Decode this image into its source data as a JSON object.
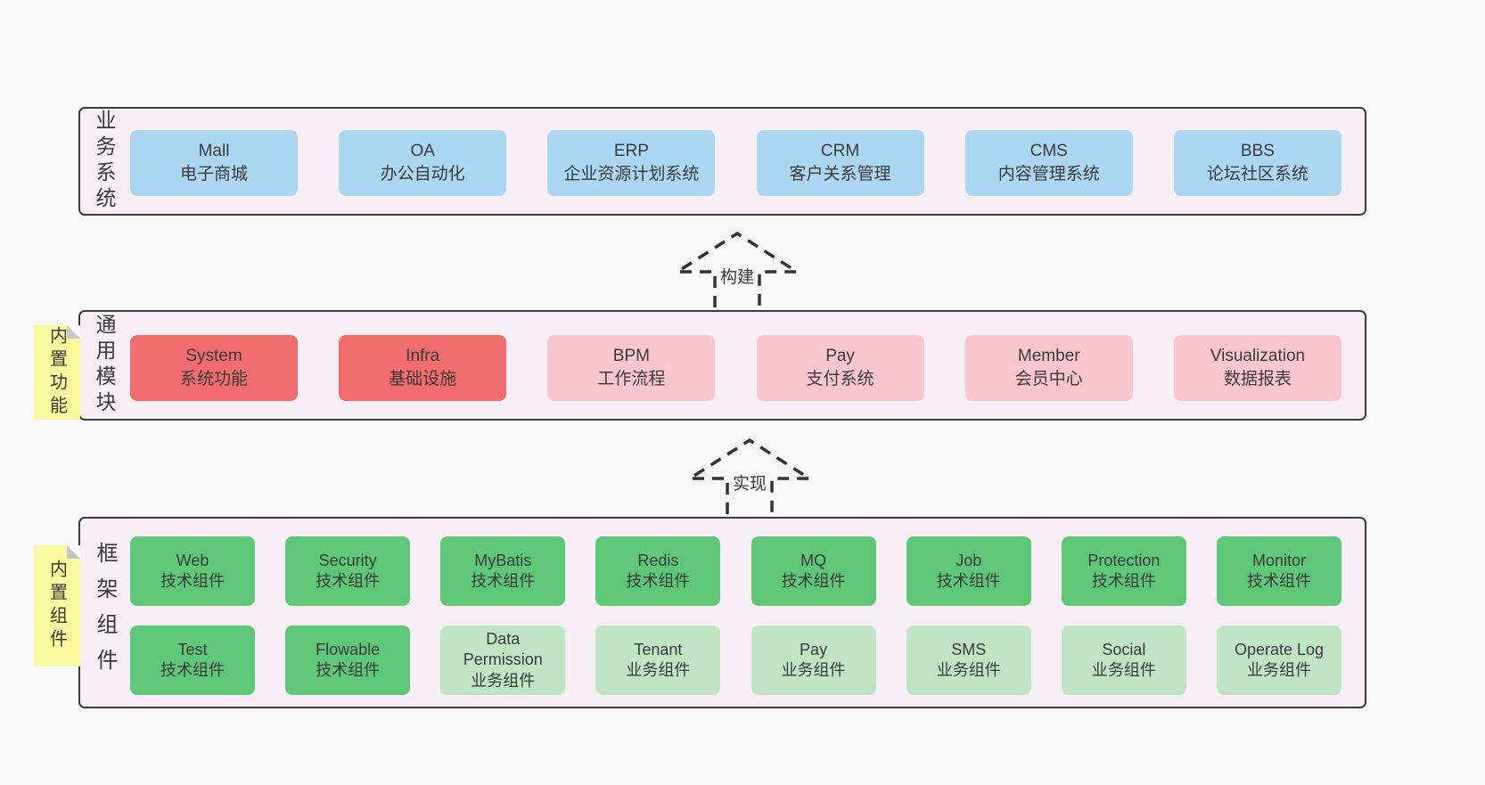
{
  "colors": {
    "page_bg": "#f8f8f8",
    "band_bg": "#f8eef6",
    "band_border": "#3c3c3c",
    "blue_box": "#abd7f2",
    "red_box": "#f16c6c",
    "pink_box": "#f9c6ce",
    "green_box": "#5fc878",
    "green_light_box": "#c0e5c4",
    "sticky_yellow": "#fbf99d",
    "text": "#3b3b3b"
  },
  "arrows": [
    {
      "label": "构建"
    },
    {
      "label": "实现"
    }
  ],
  "bands": [
    {
      "label": "业务系统",
      "boxes": [
        {
          "title": "Mall",
          "subtitle": "电子商城"
        },
        {
          "title": "OA",
          "subtitle": "办公自动化"
        },
        {
          "title": "ERP",
          "subtitle": "企业资源计划系统"
        },
        {
          "title": "CRM",
          "subtitle": "客户关系管理"
        },
        {
          "title": "CMS",
          "subtitle": "内容管理系统"
        },
        {
          "title": "BBS",
          "subtitle": "论坛社区系统"
        }
      ]
    },
    {
      "label": "通用模块",
      "sticky": "内置功能",
      "boxes": [
        {
          "title": "System",
          "subtitle": "系统功能"
        },
        {
          "title": "Infra",
          "subtitle": "基础设施"
        },
        {
          "title": "BPM",
          "subtitle": "工作流程"
        },
        {
          "title": "Pay",
          "subtitle": "支付系统"
        },
        {
          "title": "Member",
          "subtitle": "会员中心"
        },
        {
          "title": "Visualization",
          "subtitle": "数据报表"
        }
      ]
    },
    {
      "label": "框架组件",
      "sticky": "内置组件",
      "rows": [
        [
          {
            "title": "Web",
            "subtitle": "技术组件"
          },
          {
            "title": "Security",
            "subtitle": "技术组件"
          },
          {
            "title": "MyBatis",
            "subtitle": "技术组件"
          },
          {
            "title": "Redis",
            "subtitle": "技术组件"
          },
          {
            "title": "MQ",
            "subtitle": "技术组件"
          },
          {
            "title": "Job",
            "subtitle": "技术组件"
          },
          {
            "title": "Protection",
            "subtitle": "技术组件"
          },
          {
            "title": "Monitor",
            "subtitle": "技术组件"
          }
        ],
        [
          {
            "title": "Test",
            "subtitle": "技术组件"
          },
          {
            "title": "Flowable",
            "subtitle": "技术组件"
          },
          {
            "title": "Data Permission",
            "subtitle": "业务组件"
          },
          {
            "title": "Tenant",
            "subtitle": "业务组件"
          },
          {
            "title": "Pay",
            "subtitle": "业务组件"
          },
          {
            "title": "SMS",
            "subtitle": "业务组件"
          },
          {
            "title": "Social",
            "subtitle": "业务组件"
          },
          {
            "title": "Operate Log",
            "subtitle": "业务组件"
          }
        ]
      ]
    }
  ]
}
